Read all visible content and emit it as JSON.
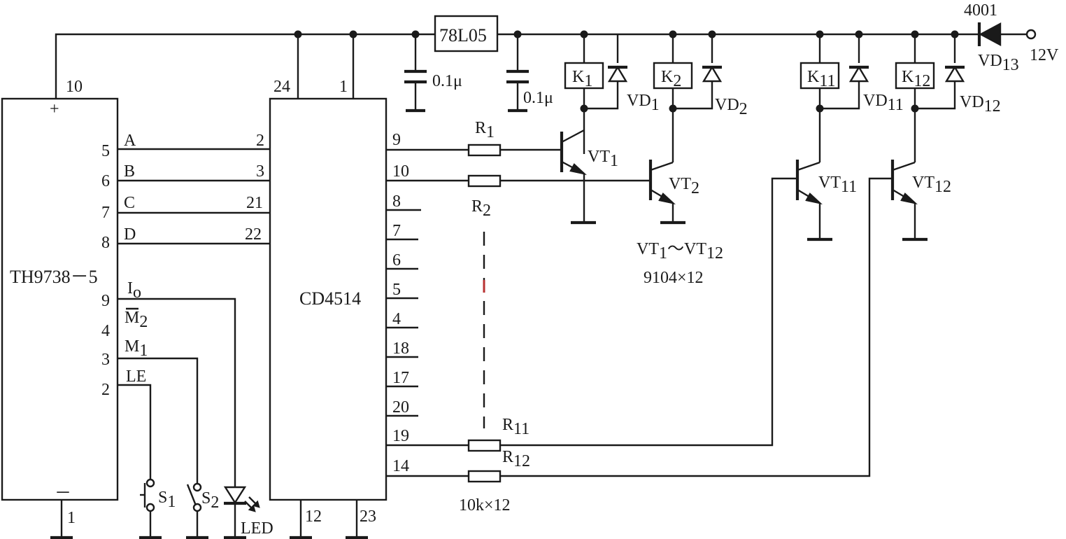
{
  "ic_left": {
    "name": "TH9738－5",
    "plus": "+",
    "minus": "－",
    "pins": {
      "vcc": "10",
      "a": "5",
      "b": "6",
      "c": "7",
      "d": "8",
      "io": "9",
      "m2": "4",
      "m1": "3",
      "le": "2",
      "gnd": "1"
    },
    "signals": {
      "a": "A",
      "b": "B",
      "c": "C",
      "d": "D",
      "io_main": "I",
      "io_sub": "o",
      "m2_main": "M",
      "m2_sub": "2",
      "m1_main": "M",
      "m1_sub": "1",
      "le": "LE"
    }
  },
  "ic_right": {
    "name": "CD4514",
    "pins": {
      "vdd": "24",
      "st": "1",
      "in_a": "2",
      "in_b": "3",
      "in_c": "21",
      "in_d": "22",
      "out": [
        "9",
        "10",
        "8",
        "7",
        "6",
        "5",
        "4",
        "18",
        "17",
        "20",
        "19",
        "14"
      ],
      "gnd_a": "12",
      "gnd_b": "23"
    }
  },
  "regulator": {
    "name": "78L05",
    "cap_in": "0.1μ",
    "cap_out": "0.1μ"
  },
  "supply": {
    "diode_model": "4001",
    "diode_main": "VD",
    "diode_sub": "13",
    "voltage": "12V"
  },
  "relays": [
    {
      "k_main": "K",
      "k_sub": "1",
      "vd_main": "VD",
      "vd_sub": "1"
    },
    {
      "k_main": "K",
      "k_sub": "2",
      "vd_main": "VD",
      "vd_sub": "2"
    },
    {
      "k_main": "K",
      "k_sub": "11",
      "vd_main": "VD",
      "vd_sub": "11"
    },
    {
      "k_main": "K",
      "k_sub": "12",
      "vd_main": "VD",
      "vd_sub": "12"
    }
  ],
  "transistors": [
    {
      "main": "VT",
      "sub": "1"
    },
    {
      "main": "VT",
      "sub": "2"
    },
    {
      "main": "VT",
      "sub": "11"
    },
    {
      "main": "VT",
      "sub": "12"
    }
  ],
  "transistor_note": {
    "range_a_main": "VT",
    "range_a_sub": "1",
    "range_sep": "～",
    "range_b_main": "VT",
    "range_b_sub": "12",
    "part": "9104×12"
  },
  "resistors": [
    {
      "main": "R",
      "sub": "1"
    },
    {
      "main": "R",
      "sub": "2"
    },
    {
      "main": "R",
      "sub": "11"
    },
    {
      "main": "R",
      "sub": "12"
    }
  ],
  "resistor_note": "10k×12",
  "switches": [
    {
      "main": "S",
      "sub": "1"
    },
    {
      "main": "S",
      "sub": "2"
    }
  ],
  "led_label": "LED"
}
